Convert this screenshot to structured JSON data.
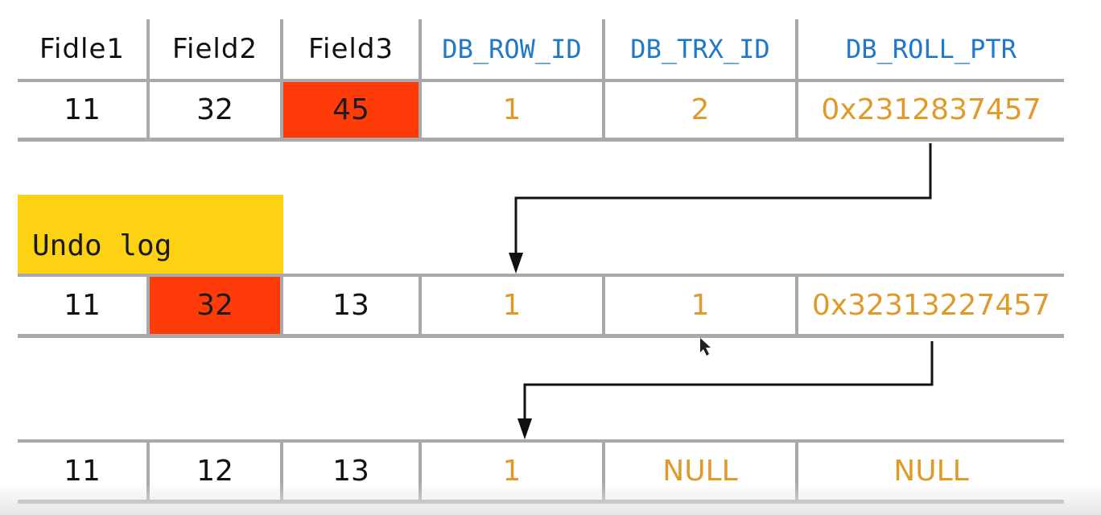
{
  "header": {
    "fields": [
      "Fidle1",
      "Field2",
      "Field3"
    ],
    "system_columns": [
      "DB_ROW_ID",
      "DB_TRX_ID",
      "DB_ROLL_PTR"
    ]
  },
  "current_row": {
    "f1": "11",
    "f2": "32",
    "f3": "45",
    "row_id": "1",
    "trx_id": "2",
    "roll_ptr": "0x2312837457"
  },
  "undo_label": "Undo log",
  "undo_rows": [
    {
      "f1": "11",
      "f2": "32",
      "f3": "13",
      "row_id": "1",
      "trx_id": "1",
      "roll_ptr": "0x32313227457"
    },
    {
      "f1": "11",
      "f2": "12",
      "f3": "13",
      "row_id": "1",
      "trx_id": "NULL",
      "roll_ptr": "NULL"
    }
  ],
  "colors": {
    "grid": "#a9a9a9",
    "header_blue": "#1f78c8",
    "value_orange": "#e09a2a",
    "changed_red": "#ff3b0a",
    "undo_yellow": "#fdd212"
  }
}
